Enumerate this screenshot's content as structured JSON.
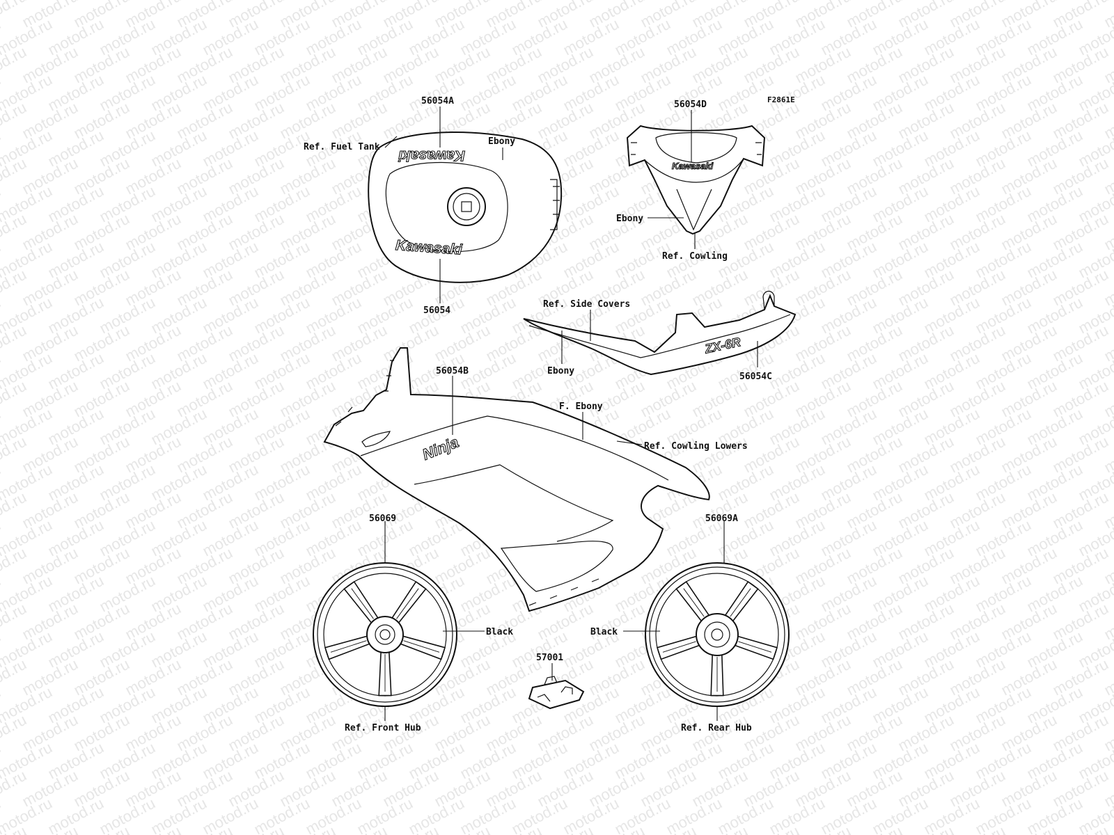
{
  "figure_code": "F2861E",
  "watermark_text": "motod.ru",
  "colors": {
    "line": "#111111",
    "background": "#ffffff",
    "watermark": "#e6e6e6"
  },
  "decals": {
    "tank_top": "Kawasaki",
    "tank_bottom": "Kawasaki",
    "cowling": "Kawasaki",
    "seat_cowl": "ZX-6R",
    "side_fairing": "Ninja"
  },
  "callouts": {
    "tank_upper_part": "56054A",
    "ref_fuel_tank": "Ref. Fuel Tank",
    "tank_color": "Ebony",
    "tank_lower_part": "56054",
    "cowling_part": "56054D",
    "cowling_color": "Ebony",
    "ref_cowling": "Ref. Cowling",
    "ref_side_covers": "Ref. Side Covers",
    "side_covers_color": "Ebony",
    "side_covers_part": "56054C",
    "fairing_part": "56054B",
    "fairing_color": "F. Ebony",
    "ref_cowling_lowers": "Ref. Cowling Lowers",
    "front_wheel_part": "56069",
    "front_wheel_color": "Black",
    "ref_front_hub": "Ref. Front Hub",
    "rear_wheel_part": "56069A",
    "rear_wheel_color": "Black",
    "ref_rear_hub": "Ref. Rear Hub",
    "clip_part": "57001"
  }
}
